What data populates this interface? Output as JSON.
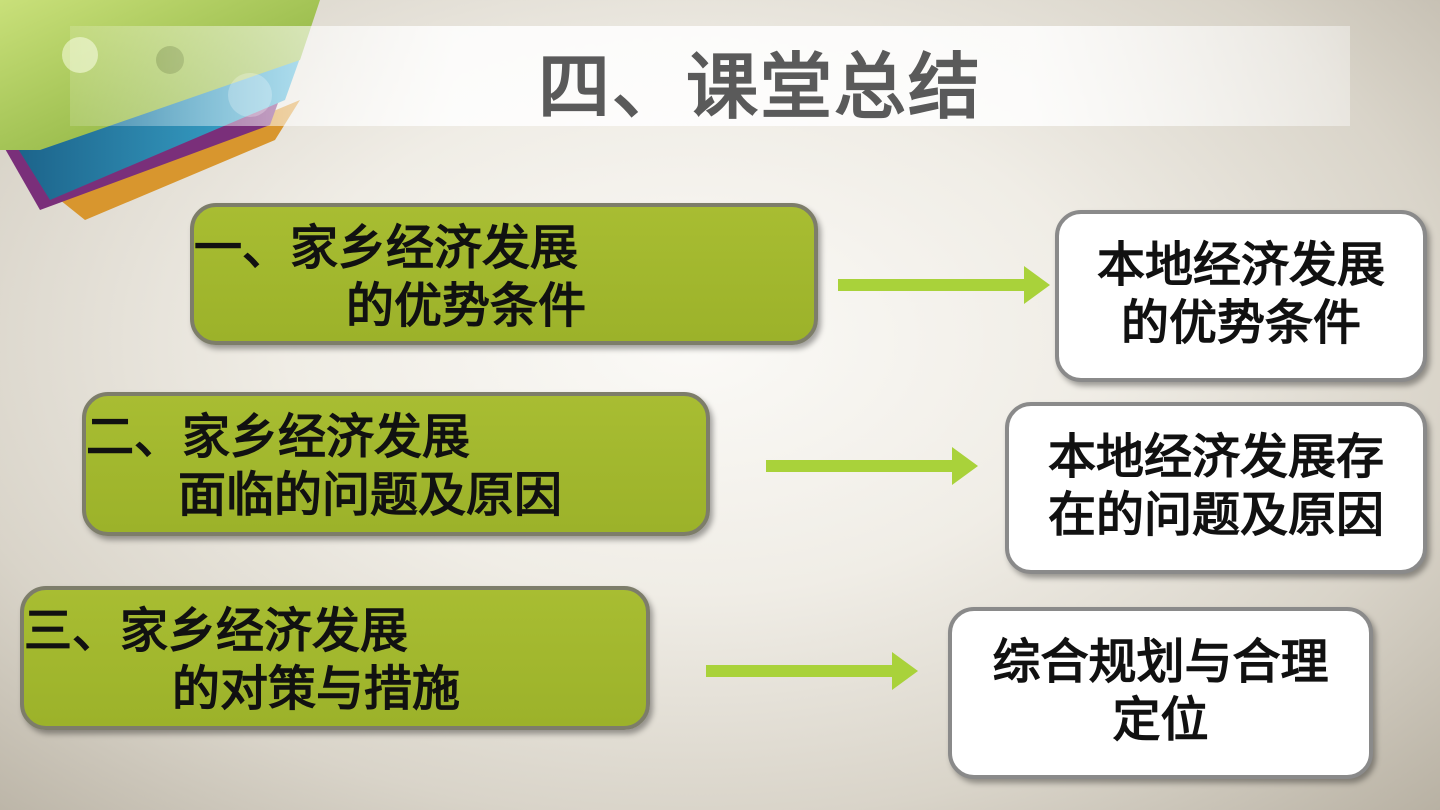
{
  "slide": {
    "title": "四、课堂总结"
  },
  "rows": [
    {
      "left_lines": [
        "一、家乡经济发展",
        "的优势条件"
      ],
      "right_lines": [
        "本地经济发展",
        "的优势条件"
      ]
    },
    {
      "left_lines": [
        "二、家乡经济发展",
        "面临的问题及原因"
      ],
      "right_lines": [
        "本地经济发展存",
        "在的问题及原因"
      ]
    },
    {
      "left_lines": [
        "三、家乡经济发展",
        "的对策与措施"
      ],
      "right_lines": [
        "综合规划与合理",
        "定位"
      ]
    }
  ],
  "colors": {
    "box_green": "#a3b82e",
    "arrow_green": "#a9d23a",
    "title_text": "#5a5a5a"
  }
}
